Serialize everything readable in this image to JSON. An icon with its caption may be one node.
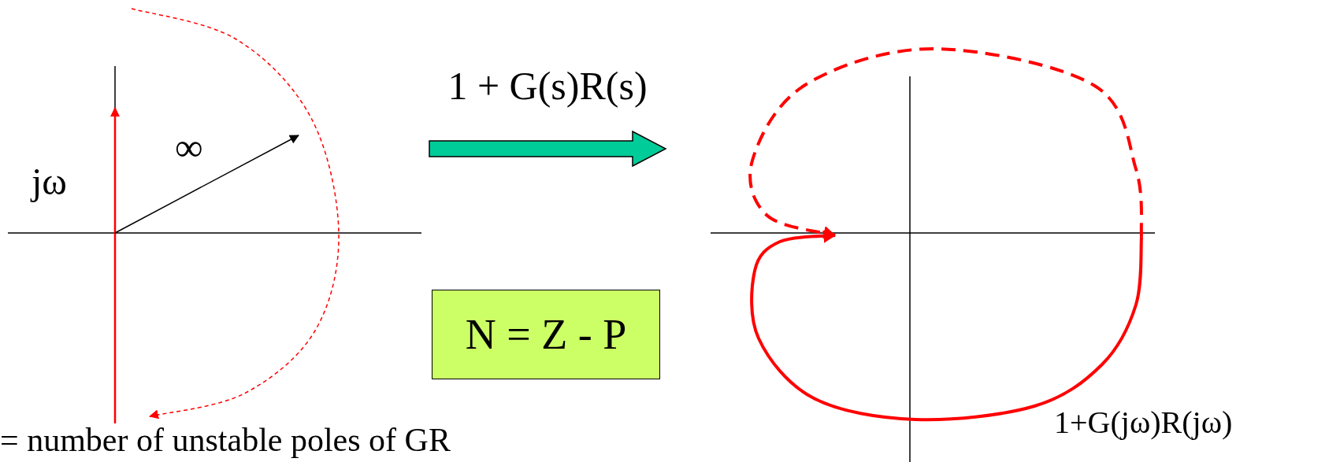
{
  "diagram": {
    "nodes": [
      {
        "text": [],
        "shape": "picture"
      },
      {
        "text": [],
        "shape": "picture"
      },
      {
        "text": [
          "N = Z - P"
        ]
      }
    ],
    "edges": [
      {
        "from": 0,
        "to": 1,
        "arrow": "to",
        "label": "1 + G(s)R(s)"
      }
    ],
    "labels": [
      "jω",
      "∞",
      "1+G(jω)R(jω)",
      "= number of unstable poles of GR"
    ]
  }
}
